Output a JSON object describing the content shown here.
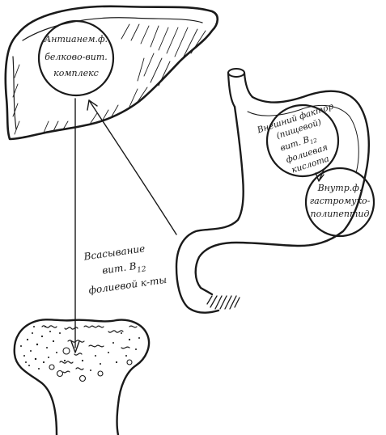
{
  "liver": {
    "circle_line1": "Антианем.ф.",
    "circle_line2": "белково-вит.",
    "circle_line3": "комплекс"
  },
  "stomach": {
    "extrinsic_line1": "Внешний фактор",
    "extrinsic_line2": "(пищевой)",
    "extrinsic_line3": "вит. B",
    "extrinsic_line3_sub": "12",
    "extrinsic_line4": "фолиевая",
    "extrinsic_line5": "кислота",
    "intrinsic_line1": "Внутр.ф.",
    "intrinsic_line2": "гастромуко-",
    "intrinsic_line3": "полипептид"
  },
  "absorption": {
    "line1": "Всасывание",
    "line2": "вит. B",
    "line2_sub": "12",
    "line3": "фолиевой к-ты"
  },
  "colors": {
    "ink": "#1a1a1a",
    "paper": "#ffffff"
  }
}
